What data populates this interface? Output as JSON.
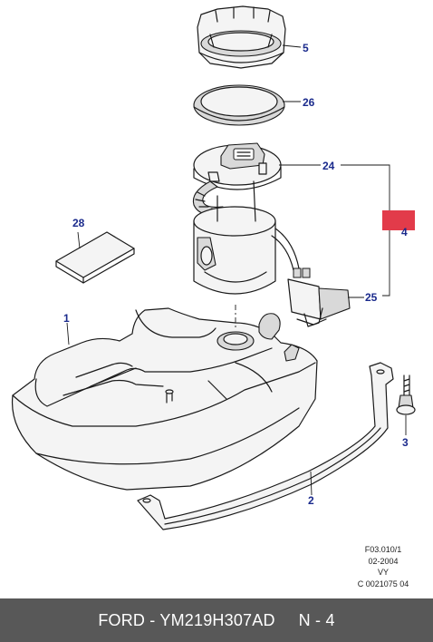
{
  "diagram": {
    "callouts": [
      {
        "id": "c5",
        "label": "5"
      },
      {
        "id": "c26",
        "label": "26"
      },
      {
        "id": "c24",
        "label": "24"
      },
      {
        "id": "c4",
        "label": "4"
      },
      {
        "id": "c28",
        "label": "28"
      },
      {
        "id": "c25",
        "label": "25"
      },
      {
        "id": "c1",
        "label": "1"
      },
      {
        "id": "c3",
        "label": "3"
      },
      {
        "id": "c2",
        "label": "2"
      }
    ],
    "highlight_color": "#e23b4a",
    "callout_color": "#1a2a8c"
  },
  "reference": {
    "lines": [
      "F03.010/1",
      "02-2004",
      "VY",
      "C 0021075 04"
    ]
  },
  "footer": {
    "brand_part": "FORD - YM219H307AD",
    "position": "N - 4"
  }
}
